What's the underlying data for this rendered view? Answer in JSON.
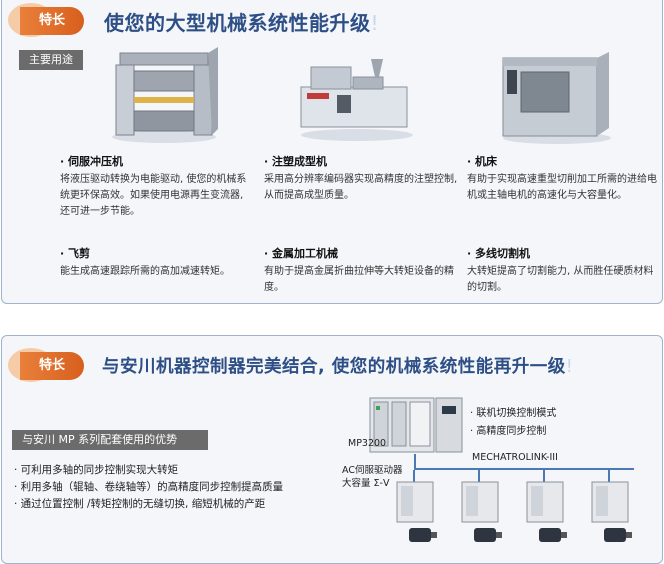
{
  "section1": {
    "badge": "特长",
    "headline": "使您的大型机械系统性能升级",
    "headline_mark": "!",
    "tag": "主要用途",
    "items": [
      {
        "title": "· 伺服冲压机",
        "desc": "将液压驱动转换为电能驱动, 使您的机械系统更环保高效。如果使用电源再生变流器, 还可进一步节能。"
      },
      {
        "title": "· 注塑成型机",
        "desc": "采用高分辨率编码器实现高精度的注塑控制, 从而提高成型质量。"
      },
      {
        "title": "· 机床",
        "desc": "有助于实现高速重型切削加工所需的进给电机或主轴电机的高速化与大容量化。"
      },
      {
        "title": "· 飞剪",
        "desc": "能生成高速跟踪所需的高加减速转矩。"
      },
      {
        "title": "· 金属加工机械",
        "desc": "有助于提高金属折曲拉伸等大转矩设备的精度。"
      },
      {
        "title": "· 多线切割机",
        "desc": "大转矩提高了切割能力, 从而胜任硬质材料的切割。"
      }
    ]
  },
  "section2": {
    "badge": "特长",
    "headline": "与安川机器控制器完美结合, 使您的机械系统性能再升一级",
    "headline_mark": "!",
    "tag": "与安川 MP 系列配套使用的优势",
    "bullets": [
      "· 可利用多轴的同步控制实现大转矩",
      "· 利用多轴（辊轴、卷绕轴等）的高精度同步控制提高质量",
      "· 通过位置控制 /转矩控制的无缝切换, 缩短机械的产距"
    ],
    "diagram": {
      "features": [
        "· 联机切换控制模式",
        "· 高精度同步控制"
      ],
      "controller": "MP3200",
      "network": "MECHATROLINK-III",
      "drive_line1": "AC伺服驱动器",
      "drive_line2": "大容量 Σ-V"
    }
  }
}
